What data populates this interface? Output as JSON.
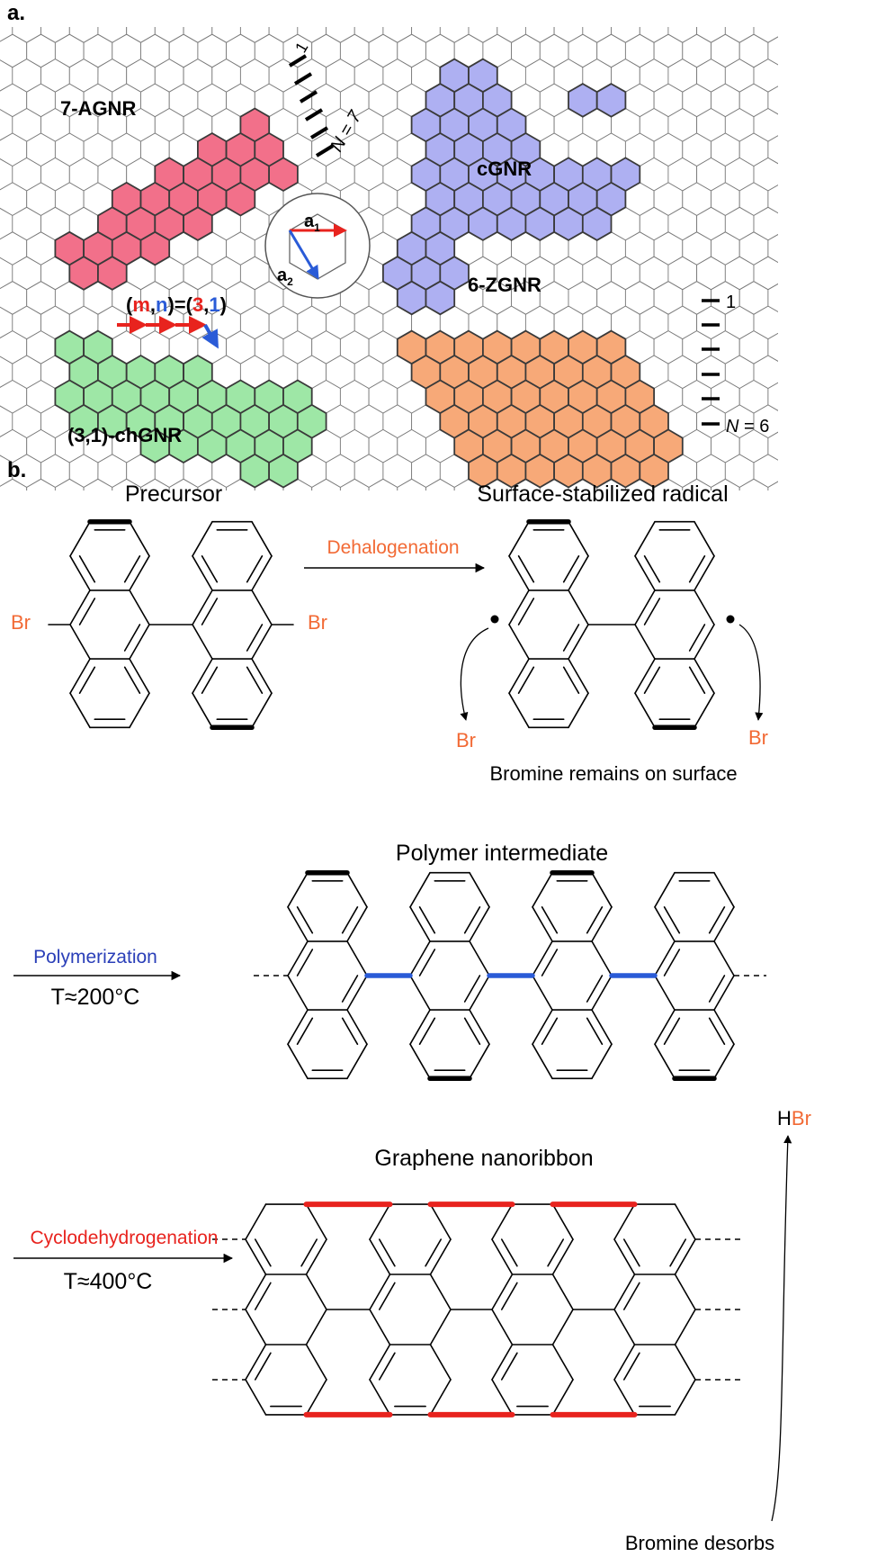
{
  "panel_a": {
    "label": "a.",
    "ribbon_names": {
      "agnr": "7-AGNR",
      "cgnr": "cGNR",
      "zgnr": "6-ZGNR",
      "chgnr": "(3,1)-chGNR"
    },
    "vectors": {
      "a1": "a",
      "a1_sub": "1",
      "a2": "a",
      "a2_sub": "2"
    },
    "width_labels": {
      "agnr_first": "1",
      "agnr_last": "N = 7",
      "zgnr_first": "1",
      "zgnr_last": "N = 6"
    },
    "chiral_index": {
      "open": "(",
      "m": "m",
      "comma1": ",",
      "n": "n",
      "mid": ")=(",
      "v3": "3",
      "comma2": ",",
      "v1": "1",
      "close": ")"
    },
    "colors": {
      "agnr": "#f2708a",
      "cgnr": "#aeb0f2",
      "zgnr": "#f7a978",
      "chgnr": "#9ee7a6",
      "red": "#e8231e",
      "blue": "#2a5bd7",
      "orange": "#f26a35"
    }
  },
  "panel_b": {
    "label": "b.",
    "precursor_title": "Precursor",
    "radical_title": "Surface-stabilized radical",
    "dehalogenation": "Dehalogenation",
    "br": "Br",
    "bromine_remains": "Bromine remains on surface",
    "polymer_title": "Polymer intermediate",
    "polymerization": "Polymerization",
    "t200": "T≈200°C",
    "gnr_title": "Graphene nanoribbon",
    "cyclodehydrogenation": "Cyclodehydrogenation",
    "t400": "T≈400°C",
    "hbr_h": "H",
    "hbr_br": "Br",
    "bromine_desorbs": "Bromine desorbs"
  }
}
